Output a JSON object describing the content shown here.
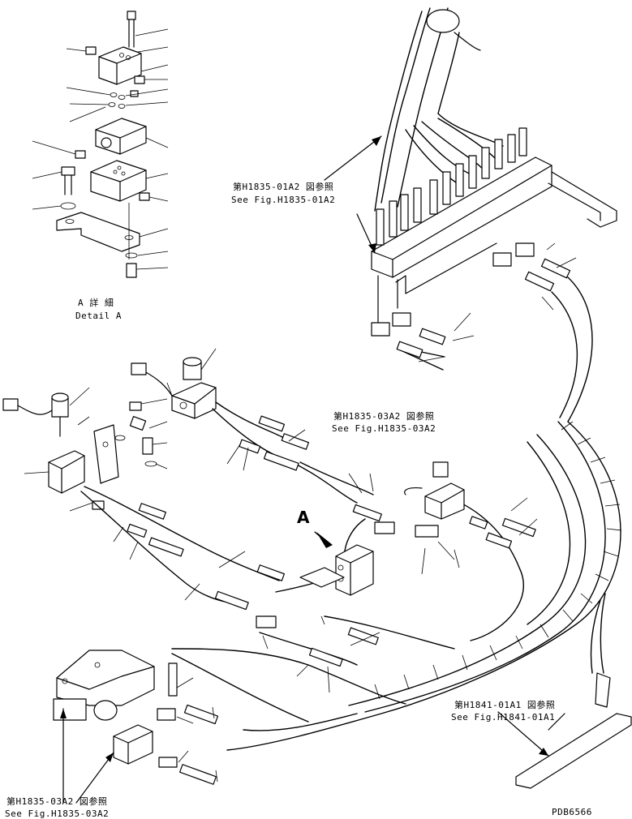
{
  "refs": {
    "ref_top_jp": "第H1835-01A2 図参照",
    "ref_top_en": "See Fig.H1835-01A2",
    "ref_mid_jp": "第H1835-03A2 図参照",
    "ref_mid_en": "See Fig.H1835-03A2",
    "ref_right_jp": "第H1841-01A1 図参照",
    "ref_right_en": "See Fig.H1841-01A1",
    "ref_bottom_jp": "第H1835-03A2 図参照",
    "ref_bottom_en": "See Fig.H1835-03A2"
  },
  "detail": {
    "title_jp": "A 詳 細",
    "title_en": "Detail A",
    "marker": "A"
  },
  "drawing_id": "PDB6566"
}
